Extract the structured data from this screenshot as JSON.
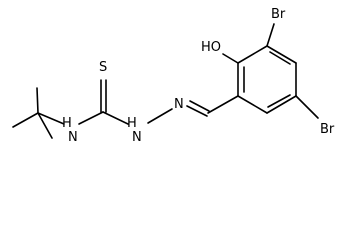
{
  "molecule": {
    "atoms": {
      "br_top": "Br",
      "hydroxyl": "HO",
      "br_right": "Br",
      "sulfur": "S",
      "nh_left": "H",
      "n_left": "N",
      "nh_center": "H",
      "n_center": "N",
      "n_imine": "N"
    }
  }
}
